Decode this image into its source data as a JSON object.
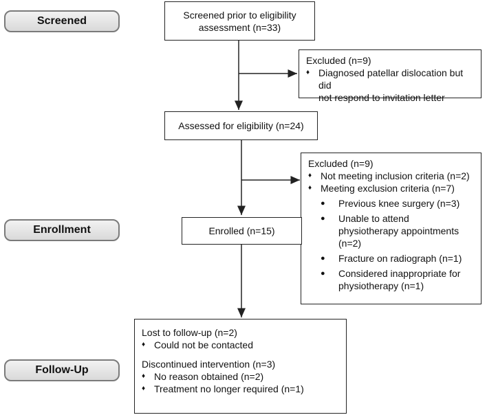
{
  "stages": {
    "screened": "Screened",
    "enrollment": "Enrollment",
    "follow_up": "Follow-Up"
  },
  "screened_box": {
    "line1": "Screened prior to eligibility",
    "line2": "assessment (n=33)"
  },
  "excluded1": {
    "title": "Excluded (n=9)",
    "items": [
      {
        "line1": "Diagnosed patellar dislocation but did",
        "line2": "not respond to invitation letter"
      }
    ]
  },
  "assessed_box": {
    "label": "Assessed for eligibility (n=24)"
  },
  "excluded2": {
    "title": "Excluded (n=9)",
    "items": [
      {
        "text": "Not meeting inclusion criteria (n=2)"
      },
      {
        "text": "Meeting exclusion criteria (n=7)"
      }
    ],
    "subitems": [
      {
        "lines": [
          "Previous knee surgery (n=3)"
        ]
      },
      {
        "lines": [
          "Unable to attend",
          "physiotherapy appointments",
          "(n=2)"
        ]
      },
      {
        "lines": [
          "Fracture on radiograph (n=1)"
        ]
      },
      {
        "lines": [
          "Considered inappropriate for",
          "physiotherapy (n=1)"
        ]
      }
    ]
  },
  "enrolled_box": {
    "label": "Enrolled (n=15)"
  },
  "followup_box": {
    "lost_title": "Lost to follow-up (n=2)",
    "lost_items": [
      "Could not be contacted"
    ],
    "disc_title": "Discontinued intervention (n=3)",
    "disc_items": [
      "No reason obtained (n=2)",
      "Treatment no longer required (n=1)"
    ]
  },
  "glyphs": {
    "diamond": "♦",
    "dot": "●"
  }
}
